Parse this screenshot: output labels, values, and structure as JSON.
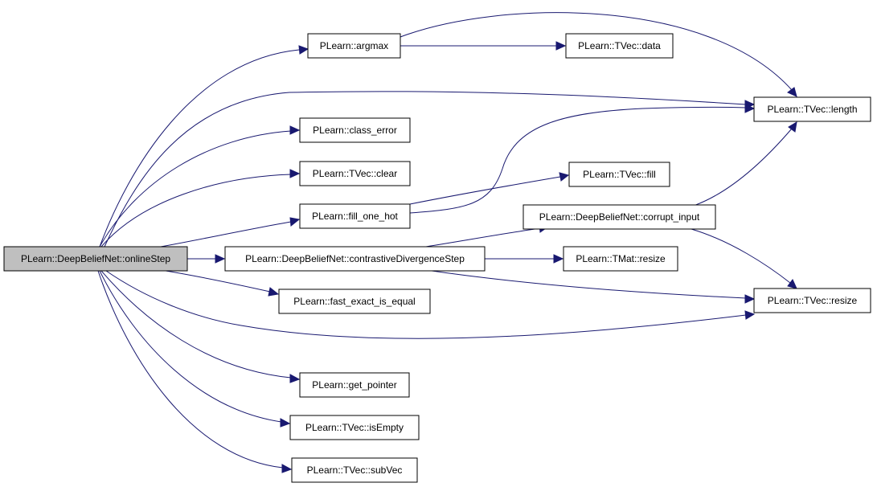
{
  "colors": {
    "edge": "#191970",
    "root_fill": "#bfbfbf",
    "node_fill": "#ffffff",
    "node_stroke": "#000000"
  },
  "nodes": {
    "onlineStep": "PLearn::DeepBeliefNet::onlineStep",
    "argmax": "PLearn::argmax",
    "data": "PLearn::TVec::data",
    "length": "PLearn::TVec::length",
    "class_error": "PLearn::class_error",
    "clear": "PLearn::TVec::clear",
    "fill": "PLearn::TVec::fill",
    "fill_one_hot": "PLearn::fill_one_hot",
    "corrupt_input": "PLearn::DeepBeliefNet::corrupt_input",
    "cdstep": "PLearn::DeepBeliefNet::contrastiveDivergenceStep",
    "tmat_resize": "PLearn::TMat::resize",
    "fast_exact": "PLearn::fast_exact_is_equal",
    "tvec_resize": "PLearn::TVec::resize",
    "get_pointer": "PLearn::get_pointer",
    "isEmpty": "PLearn::TVec::isEmpty",
    "subVec": "PLearn::TVec::subVec"
  }
}
